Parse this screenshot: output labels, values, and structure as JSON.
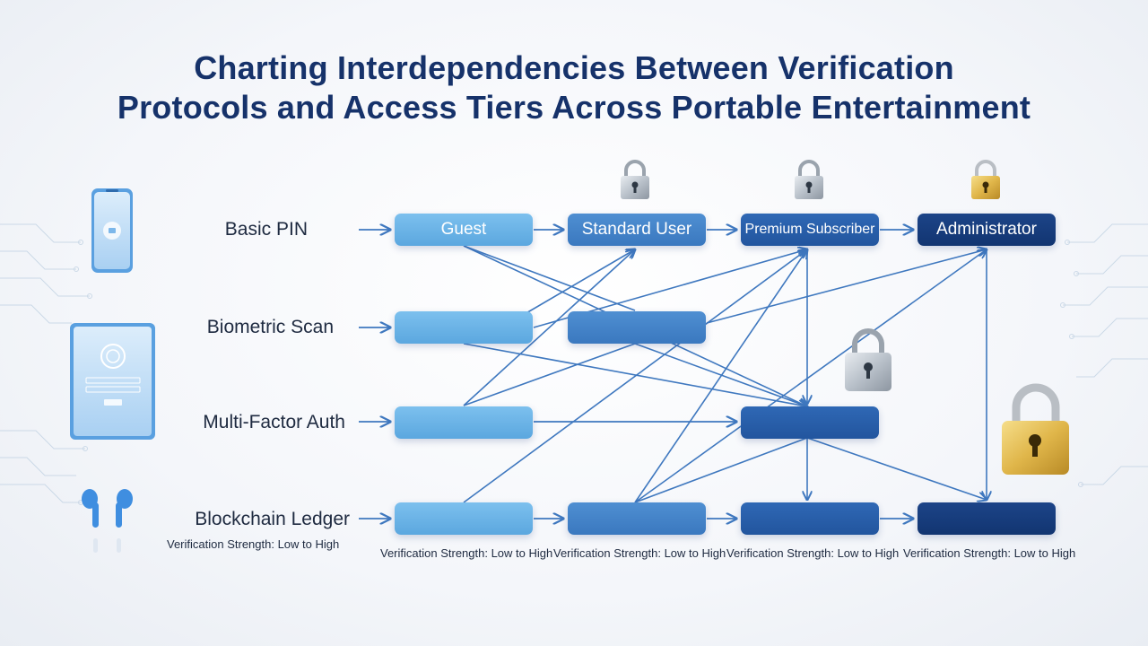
{
  "title_lines": [
    "Charting Interdependencies Between Verification",
    "Protocols and Access Tiers Across Portable Entertainment"
  ],
  "protocols": [
    "Basic PIN",
    "Biometric Scan",
    "Multi-Factor Auth",
    "Blockchain Ledger"
  ],
  "tiers": [
    "Guest",
    "Standard User",
    "Premium Subscriber",
    "Administrator"
  ],
  "strength_label": "Verification Strength: Low to High",
  "device_icons": [
    "smartphone-icon",
    "tablet-icon",
    "earbuds-icon"
  ],
  "lock_icons": [
    "lock-silver-icon",
    "lock-silver-icon",
    "lock-gold-icon",
    "lock-silver-large-icon",
    "lock-gold-large-icon"
  ],
  "colors": {
    "title": "#16326a",
    "tier1": "#6cb3e8",
    "tier2": "#4584c9",
    "tier3": "#285fab",
    "tier4": "#173d7c",
    "connector": "#3f78bf"
  }
}
